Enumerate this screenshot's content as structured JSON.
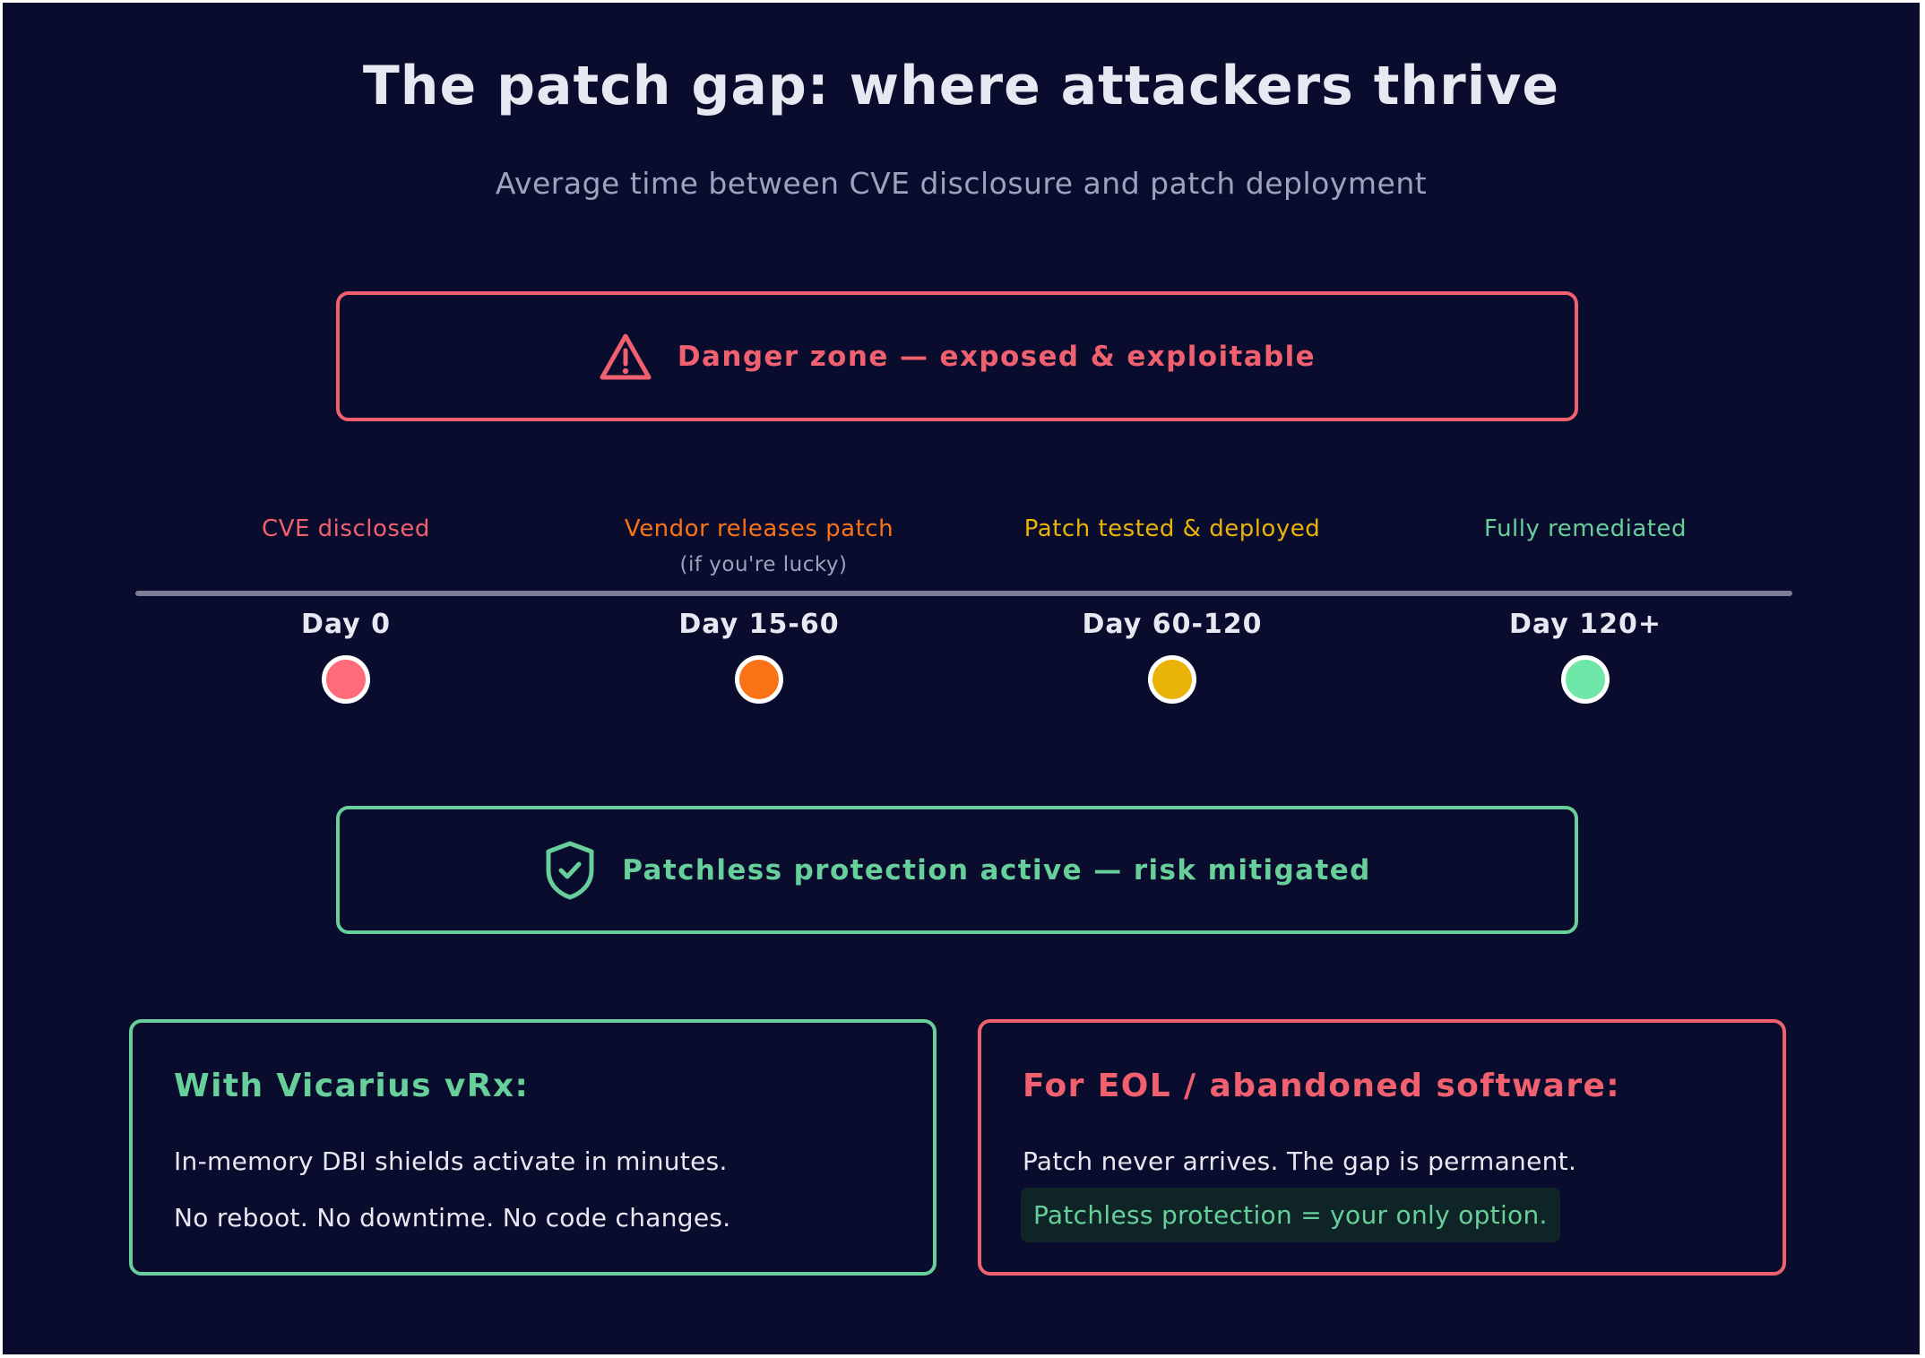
{
  "title": "The patch gap: where attackers thrive",
  "subtitle": "Average time between CVE disclosure and patch deployment",
  "danger_banner": {
    "text": "Danger zone — exposed & exploitable",
    "icon": "warning-triangle-icon",
    "color": "#f0606f"
  },
  "safe_banner": {
    "text": "Patchless protection active — risk mitigated",
    "icon": "shield-check-icon",
    "color": "#67cf9a"
  },
  "timeline": {
    "stages": [
      {
        "label": "CVE disclosed",
        "note": "",
        "day": "Day 0",
        "color": "#ff6b7a"
      },
      {
        "label": "Vendor releases patch",
        "note": "(if you're lucky)",
        "day": "Day 15-60",
        "color": "#f97316"
      },
      {
        "label": "Patch tested & deployed",
        "note": "",
        "day": "Day 60-120",
        "color": "#eab308"
      },
      {
        "label": "Fully remediated",
        "note": "",
        "day": "Day 120+",
        "color": "#6ee7a8"
      }
    ]
  },
  "cards": {
    "vicarius": {
      "title": "With Vicarius vRx:",
      "lines": [
        "In-memory DBI shields activate in minutes.",
        "No reboot. No downtime. No code changes."
      ]
    },
    "eol": {
      "title": "For EOL / abandoned software:",
      "line": "Patch never arrives. The gap is permanent.",
      "highlight": "Patchless protection = your only option."
    }
  }
}
